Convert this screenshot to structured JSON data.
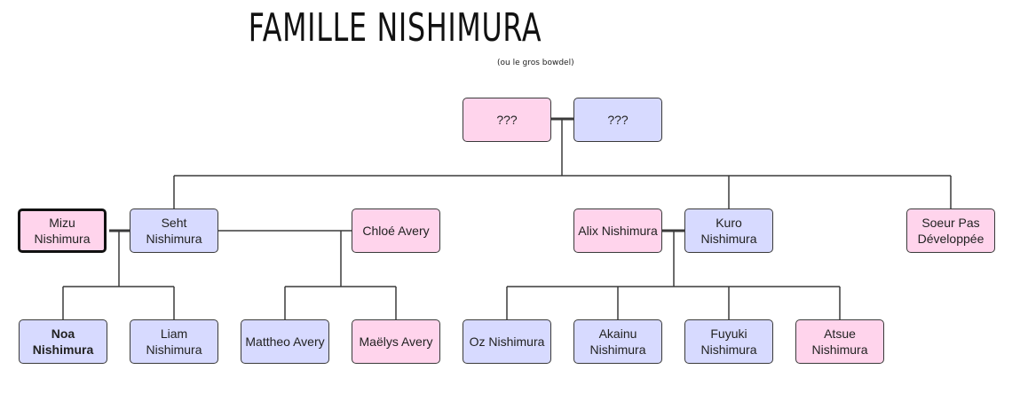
{
  "title": "FAMILLE NISHIMURA",
  "subtitle": "(ou le gros bowdel)",
  "colors": {
    "female": "#ffd4ec",
    "male": "#d7daff",
    "line": "#3a3a3a"
  },
  "people": {
    "unknown_f": "???",
    "unknown_m": "???",
    "mizu": "Mizu Nishimura",
    "seht": "Seht Nishimura",
    "chloe": "Chloé Avery",
    "alix": "Alix Nishimura",
    "kuro": "Kuro Nishimura",
    "soeur": "Soeur Pas Développée",
    "noa": "Noa Nishimura",
    "liam": "Liam Nishimura",
    "mattheo": "Mattheo Avery",
    "maelys": "Maëlys Avery",
    "oz": "Oz Nishimura",
    "akainu": "Akainu Nishimura",
    "fuyuki": "Fuyuki Nishimura",
    "atsue": "Atsue Nishimura"
  }
}
